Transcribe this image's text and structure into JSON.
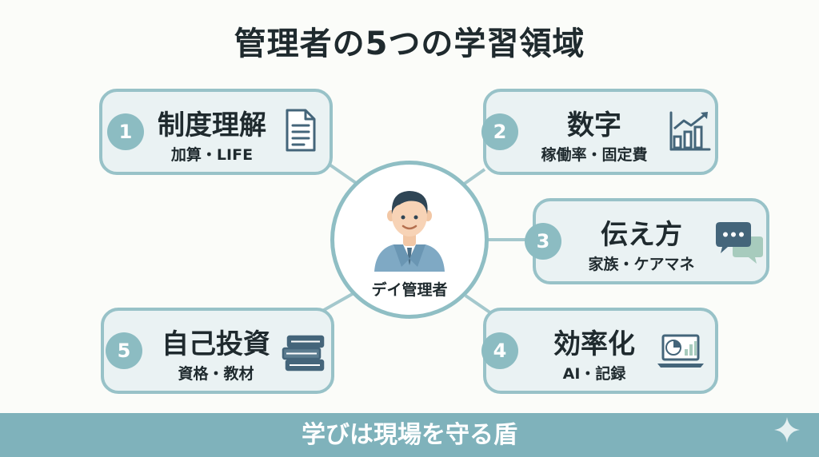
{
  "title": "管理者の5つの学習領域",
  "center": {
    "label": "デイ管理者",
    "icon": "manager-avatar-icon"
  },
  "areas": [
    {
      "num": "1",
      "title": "制度理解",
      "sub": "加算・LIFE",
      "icon": "document-icon"
    },
    {
      "num": "2",
      "title": "数字",
      "sub": "稼働率・固定費",
      "icon": "bar-chart-icon"
    },
    {
      "num": "3",
      "title": "伝え方",
      "sub": "家族・ケアマネ",
      "icon": "chat-bubbles-icon"
    },
    {
      "num": "4",
      "title": "効率化",
      "sub": "AI・記録",
      "icon": "laptop-chart-icon"
    },
    {
      "num": "5",
      "title": "自己投資",
      "sub": "資格・教材",
      "icon": "book-stack-icon"
    }
  ],
  "footer": {
    "text": "学びは現場を守る盾"
  },
  "colors": {
    "accent": "#8cbcc2",
    "card_bg": "#eaf2f3",
    "card_border": "#98c2c8",
    "footer_bg": "#7fb2bb",
    "text": "#1f2a2e"
  }
}
